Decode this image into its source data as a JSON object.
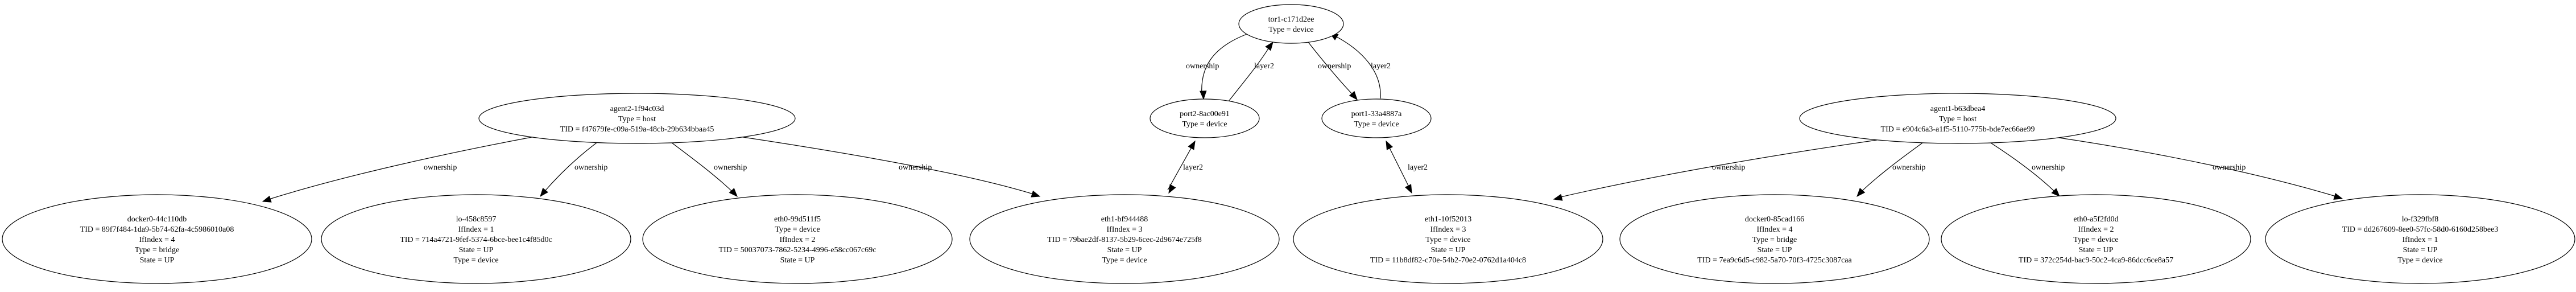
{
  "nodes": {
    "tor1": [
      "tor1-c171d2ee",
      "Type = device"
    ],
    "port2": [
      "port2-8ac00e91",
      "Type = device"
    ],
    "port1": [
      "port1-33a4887a",
      "Type = device"
    ],
    "agent2": [
      "agent2-1f94c03d",
      "Type = host",
      "TID = f47679fe-c09a-519a-48cb-29b634bbaa45"
    ],
    "agent1": [
      "agent1-b63dbea4",
      "Type = host",
      "TID = e904c6a3-a1f5-5110-775b-bde7ec66ae99"
    ],
    "docker0a": [
      "docker0-44c110db",
      "TID = 89f7f484-1da9-5b74-62fa-4c5986010a08",
      "IfIndex = 4",
      "Type = bridge",
      "State = UP"
    ],
    "lo_a": [
      "lo-458c8597",
      "IfIndex = 1",
      "TID = 714a4721-9fef-5374-6bce-bee1c4f85d0c",
      "State = UP",
      "Type = device"
    ],
    "eth0a": [
      "eth0-99d511f5",
      "Type = device",
      "IfIndex = 2",
      "TID = 50037073-7862-5234-4996-e58cc067c69c",
      "State = UP"
    ],
    "eth1a": [
      "eth1-bf944488",
      "IfIndex = 3",
      "TID = 79bae2df-8137-5b29-6cec-2d9674e725f8",
      "State = UP",
      "Type = device"
    ],
    "eth1b": [
      "eth1-10f52013",
      "IfIndex = 3",
      "Type = device",
      "State = UP",
      "TID = 11b8df82-c70e-54b2-70e2-0762d1a404c8"
    ],
    "docker0b": [
      "docker0-85cad166",
      "IfIndex = 4",
      "Type = bridge",
      "State = UP",
      "TID = 7ea9c6d5-c982-5a70-70f3-4725c3087caa"
    ],
    "eth0b": [
      "eth0-a5f2fd0d",
      "IfIndex = 2",
      "Type = device",
      "State = UP",
      "TID = 372c254d-bac9-50c2-4ca9-86dcc6ce8a57"
    ],
    "lo_b": [
      "lo-f329fbf8",
      "TID = dd267609-8ee0-57fc-58d0-6160d258bee3",
      "IfIndex = 1",
      "State = UP",
      "Type = device"
    ]
  },
  "edges": [
    {
      "id": "tor1-port2-ownership",
      "from": "tor1",
      "to": "port2",
      "label": "ownership"
    },
    {
      "id": "port2-tor1-layer2",
      "from": "port2",
      "to": "tor1",
      "label": "layer2"
    },
    {
      "id": "tor1-port1-ownership",
      "from": "tor1",
      "to": "port1",
      "label": "ownership"
    },
    {
      "id": "port1-tor1-layer2",
      "from": "port1",
      "to": "tor1",
      "label": "layer2"
    },
    {
      "id": "port2-eth1a-layer2",
      "from": "port2",
      "to": "eth1a",
      "label": "layer2"
    },
    {
      "id": "port1-eth1b-layer2",
      "from": "port1",
      "to": "eth1b",
      "label": "layer2"
    },
    {
      "id": "agent2-docker0a",
      "from": "agent2",
      "to": "docker0a",
      "label": "ownership"
    },
    {
      "id": "agent2-lo_a",
      "from": "agent2",
      "to": "lo_a",
      "label": "ownership"
    },
    {
      "id": "agent2-eth0a",
      "from": "agent2",
      "to": "eth0a",
      "label": "ownership"
    },
    {
      "id": "agent2-eth1a",
      "from": "agent2",
      "to": "eth1a",
      "label": "ownership"
    },
    {
      "id": "agent1-eth1b",
      "from": "agent1",
      "to": "eth1b",
      "label": "ownership"
    },
    {
      "id": "agent1-docker0b",
      "from": "agent1",
      "to": "docker0b",
      "label": "ownership"
    },
    {
      "id": "agent1-eth0b",
      "from": "agent1",
      "to": "eth0b",
      "label": "ownership"
    },
    {
      "id": "agent1-lo_b",
      "from": "agent1",
      "to": "lo_b",
      "label": "ownership"
    }
  ]
}
